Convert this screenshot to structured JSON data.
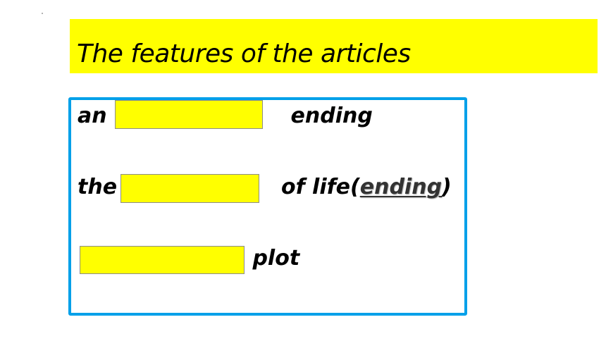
{
  "slide": {
    "title": "The features of the articles",
    "colors": {
      "title_band": "#ffff00",
      "box_border": "#00a0e9",
      "cover": "#ffff00",
      "text": "#000000"
    },
    "lines": [
      {
        "before": "an",
        "hidden_fragment": "",
        "after": " ending"
      },
      {
        "before": "the",
        "hidden_fragment": "",
        "after": " of life(",
        "underlined": "ending",
        "closing": ")"
      },
      {
        "before": "",
        "hidden_fragment": "",
        "after": "plot"
      }
    ]
  }
}
